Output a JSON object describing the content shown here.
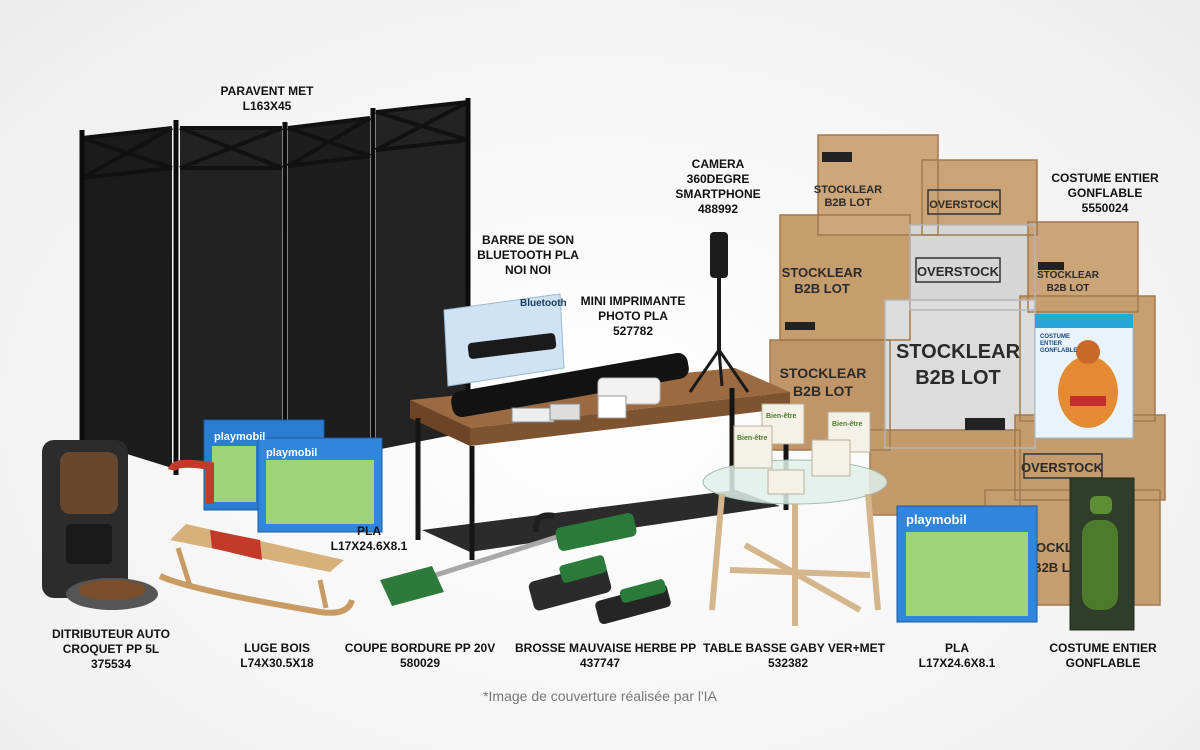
{
  "labels": {
    "paravent": {
      "line1": "PARAVENT MET",
      "line2": "L163X45"
    },
    "camera": {
      "line1": "CAMERA",
      "line2": "360DEGRE",
      "line3": "SMARTPHONE",
      "line4": "488992"
    },
    "costume_top": {
      "line1": "COSTUME ENTIER",
      "line2": "GONFLABLE",
      "line3": "5550024"
    },
    "barre": {
      "line1": "BARRE DE SON",
      "line2": "BLUETOOTH PLA",
      "line3": "NOI NOI"
    },
    "imprimante": {
      "line1": "MINI IMPRIMANTE",
      "line2": "PHOTO PLA",
      "line3": "527782"
    },
    "pla_left": {
      "line1": "PLA",
      "line2": "L17X24.6X8.1"
    },
    "distributeur": {
      "line1": "DITRIBUTEUR AUTO",
      "line2": "CROQUET PP 5L",
      "line3": "375534"
    },
    "luge": {
      "line1": "LUGE BOIS",
      "line2": "L74X30.5X18"
    },
    "coupe": {
      "line1": "COUPE BORDURE PP 20V",
      "line2": "580029"
    },
    "brosse": {
      "line1": "BROSSE MAUVAISE HERBE PP",
      "line2": "437747"
    },
    "table": {
      "line1": "TABLE BASSE GABY VER+MET",
      "line2": "532382"
    },
    "pla_right": {
      "line1": "PLA",
      "line2": "L17X24.6X8.1"
    },
    "costume_bottom": {
      "line1": "COSTUME ENTIER",
      "line2": "GONFLABLE"
    }
  },
  "box_texts": {
    "stocklear_line1": "STOCKLEAR",
    "stocklear_line2": "B2B LOT",
    "overstock": "OVERSTOCK",
    "playmobil": "playmobil",
    "bluetooth": "Bluetooth",
    "bien_etre": "Bien-être",
    "costume_box_line1": "COSTUME",
    "costume_box_line2": "ENTIER",
    "costume_box_line3": "GONFLABLE"
  },
  "caption": "*Image de couverture réalisée par l'IA",
  "colors": {
    "cardboard": "#c9a274",
    "cardboard_dark": "#a77f52",
    "grey_box": "#d9d9d9",
    "metal": "#1e1e1e",
    "wood": "#8a5a33",
    "playmobil_blue": "#1f6fc9"
  }
}
